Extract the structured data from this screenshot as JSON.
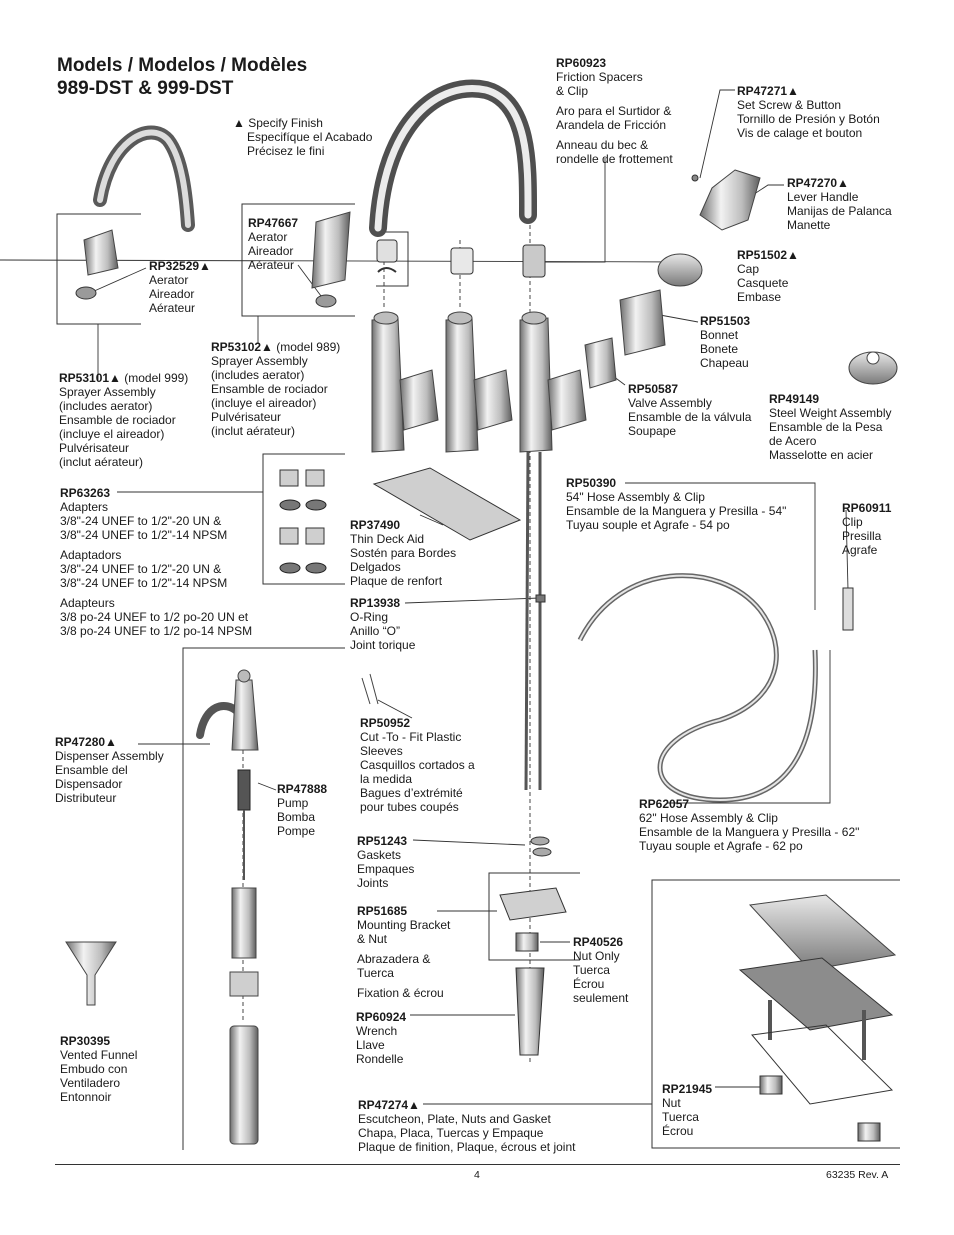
{
  "header": {
    "title_line1": "Models / Modelos / Modèles",
    "title_line2": "989-DST & 999-DST"
  },
  "specify_finish": {
    "marker": "▲",
    "lines": [
      "Specify Finish",
      "Especifíque el Acabado",
      "Précisez le fini"
    ]
  },
  "parts": {
    "rp60923": {
      "number": "RP60923",
      "lines": [
        "Friction Spacers",
        "& Clip"
      ],
      "lines_es": [
        "Aro para el Surtidor &",
        "Arandela de Fricción"
      ],
      "lines_fr": [
        "Anneau du bec &",
        "rondelle de frottement"
      ]
    },
    "rp47271": {
      "number": "RP47271▲",
      "lines": [
        "Set Screw & Button",
        "Tornillo de Presión y Botón",
        "Vis de calage et bouton"
      ]
    },
    "rp47270": {
      "number": "RP47270▲",
      "lines": [
        "Lever Handle",
        "Manijas de Palanca",
        "Manette"
      ]
    },
    "rp51502": {
      "number": "RP51502▲",
      "lines": [
        "Cap",
        "Casquete",
        "Embase"
      ]
    },
    "rp51503": {
      "number": "RP51503",
      "lines": [
        "Bonnet",
        "Bonete",
        "Chapeau"
      ]
    },
    "rp50587": {
      "number": "RP50587",
      "lines": [
        "Valve Assembly",
        "Ensamble de la válvula",
        "Soupape"
      ]
    },
    "rp49149": {
      "number": "RP49149",
      "lines": [
        "Steel Weight Assembly",
        "Ensamble de la Pesa",
        "de Acero",
        "Masselotte en acier"
      ]
    },
    "rp47667": {
      "number": "RP47667",
      "lines": [
        "Aerator",
        "Aireador",
        "Aérateur"
      ]
    },
    "rp32529": {
      "number": "RP32529▲",
      "lines": [
        "Aerator",
        "Aireador",
        "Aérateur"
      ]
    },
    "rp53102": {
      "number": "RP53102▲",
      "suffix": " (model 989)",
      "lines": [
        "Sprayer Assembly",
        "(includes aerator)",
        "Ensamble de rociador",
        "(incluye el aireador)",
        "Pulvérisateur",
        "(inclut aérateur)"
      ]
    },
    "rp53101": {
      "number": "RP53101▲",
      "suffix": " (model 999)",
      "lines": [
        "Sprayer Assembly",
        "(includes aerator)",
        "Ensamble de rociador",
        "(incluye el aireador)",
        "Pulvérisateur",
        "(inclut aérateur)"
      ]
    },
    "rp63263": {
      "number": "RP63263",
      "lines": [
        "Adapters",
        "3/8\"-24 UNEF to 1/2\"-20 UN &",
        "3/8\"-24 UNEF to 1/2\"-14 NPSM"
      ],
      "lines_es": [
        "Adaptadors",
        "3/8\"-24 UNEF to 1/2\"-20 UN &",
        "3/8\"-24 UNEF to 1/2\"-14 NPSM"
      ],
      "lines_fr": [
        "Adapteurs",
        "3/8 po-24 UNEF to 1/2 po-20 UN et",
        "3/8 po-24 UNEF to 1/2 po-14 NPSM"
      ]
    },
    "rp37490": {
      "number": "RP37490",
      "lines": [
        "Thin Deck Aid",
        "Sostén para Bordes",
        "Delgados",
        "Plaque de renfort"
      ]
    },
    "rp13938": {
      "number": "RP13938",
      "lines": [
        "O-Ring",
        "Anillo “O”",
        "Joint torique"
      ]
    },
    "rp50390": {
      "number": "RP50390",
      "lines": [
        "54\" Hose Assembly & Clip",
        "Ensamble de la Manguera y Presilla - 54\"",
        "Tuyau souple et Agrafe - 54 po"
      ]
    },
    "rp60911": {
      "number": "RP60911",
      "lines": [
        "Clip",
        "Presilla",
        "Agrafe"
      ]
    },
    "rp50952": {
      "number": "RP50952",
      "lines": [
        "Cut -To - Fit Plastic",
        "Sleeves",
        "Casquillos cortados a",
        "la medida",
        "Bagues d’extrémité",
        "pour tubes coupés"
      ]
    },
    "rp47280": {
      "number": "RP47280▲",
      "lines": [
        "Dispenser Assembly",
        "Ensamble del",
        "Dispensador",
        "Distributeur"
      ]
    },
    "rp47888": {
      "number": "RP47888",
      "lines": [
        "Pump",
        "Bomba",
        "Pompe"
      ]
    },
    "rp62057": {
      "number": "RP62057",
      "lines": [
        "62\" Hose Assembly & Clip",
        "Ensamble de la Manguera y Presilla - 62\"",
        "Tuyau souple et Agrafe - 62 po"
      ]
    },
    "rp51243": {
      "number": "RP51243",
      "lines": [
        "Gaskets",
        "Empaques",
        "Joints"
      ]
    },
    "rp51685": {
      "number": "RP51685",
      "lines": [
        "Mounting Bracket",
        "& Nut"
      ],
      "lines_es": [
        "Abrazadera &",
        "Tuerca"
      ],
      "lines_fr": [
        "Fixation & écrou"
      ]
    },
    "rp40526": {
      "number": "RP40526",
      "lines": [
        "Nut Only",
        "Tuerca",
        "Écrou",
        "seulement"
      ]
    },
    "rp60924": {
      "number": "RP60924",
      "lines": [
        "Wrench",
        "Llave",
        "Rondelle"
      ]
    },
    "rp30395": {
      "number": "RP30395",
      "lines": [
        "Vented Funnel",
        "Embudo con",
        "Ventiladero",
        "Entonnoir"
      ]
    },
    "rp21945": {
      "number": "RP21945",
      "lines": [
        "Nut",
        "Tuerca",
        "Écrou"
      ]
    },
    "rp47274": {
      "number": "RP47274▲",
      "lines": [
        "Escutcheon, Plate, Nuts and Gasket",
        "Chapa, Placa, Tuercas y Empaque",
        "Plaque de finition, Plaque, écrous et joint"
      ]
    }
  },
  "footer": {
    "page": "4",
    "doc": "63235 Rev. A"
  },
  "colors": {
    "ink": "#1a1a1a",
    "line": "#333333",
    "part_fill": "#d9d9d9",
    "part_dark": "#8c8c8c"
  }
}
